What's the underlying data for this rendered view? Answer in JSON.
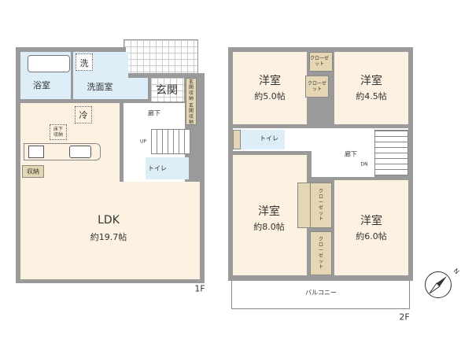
{
  "floor1": {
    "label": "1F",
    "rooms": {
      "bath": "浴室",
      "washroom": "洗面室",
      "washer": "洗",
      "entrance": "玄関",
      "hallway": "廊下",
      "fridge": "冷",
      "underfloor_storage": "床下収納",
      "storage": "収納",
      "toilet": "トイレ",
      "stairs_up": "UP",
      "entrance_storage_1": "玄関収納",
      "entrance_storage_2": "玄関収納",
      "ldk": "LDK",
      "ldk_size": "約19.7帖"
    }
  },
  "floor2": {
    "label": "2F",
    "rooms": {
      "room_a": "洋室",
      "room_a_size": "約5.0帖",
      "room_b": "洋室",
      "room_b_size": "約4.5帖",
      "room_c": "洋室",
      "room_c_size": "約8.0帖",
      "room_d": "洋室",
      "room_d_size": "約6.0帖",
      "closet1": "クローゼット",
      "closet2": "クローゼット",
      "closet3": "クローゼット",
      "closet4": "クローゼット",
      "toilet": "トイレ",
      "hallway": "廊下",
      "stairs_down": "DN",
      "balcony": "バルコニー"
    }
  },
  "compass": {
    "label": "N"
  },
  "colors": {
    "wall": "#9a9a9a",
    "living": "#fdf2e1",
    "wet": "#ddeef9",
    "closet": "#e6d7b4"
  }
}
